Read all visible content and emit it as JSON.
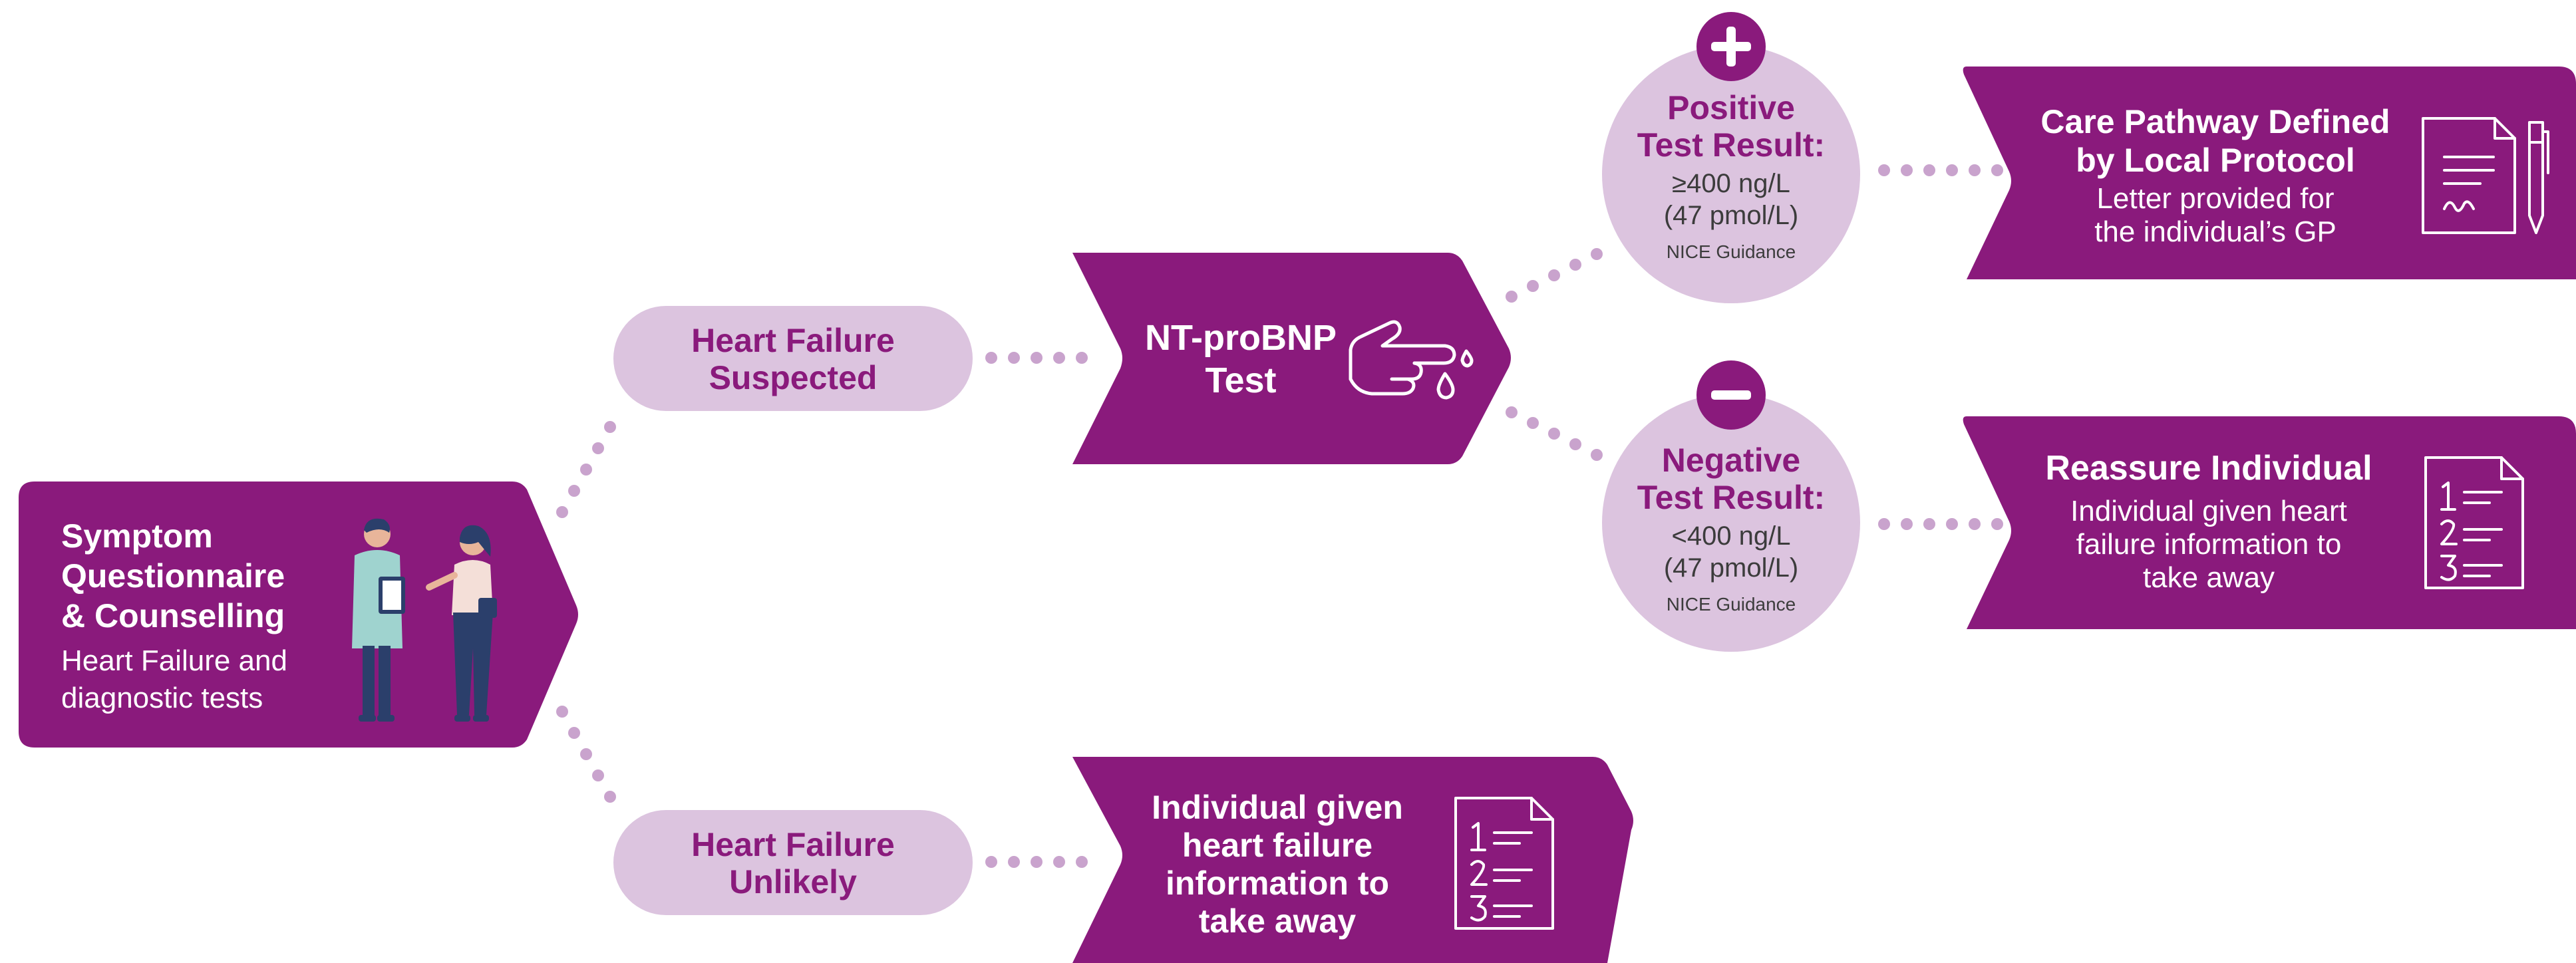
{
  "colors": {
    "primary": "#8a1a7c",
    "light": "#dcc4df",
    "dots": "#c9a3cd",
    "text_dark": "#3c3c3c",
    "white": "#ffffff"
  },
  "start": {
    "title_lines": [
      "Symptom",
      "Questionnaire",
      "& Counselling"
    ],
    "subtitle_lines": [
      "Heart Failure and",
      "diagnostic tests"
    ],
    "illustration": "doctor-and-patient-illustration"
  },
  "suspected": {
    "label_lines": [
      "Heart Failure",
      "Suspected"
    ]
  },
  "unlikely": {
    "label_lines": [
      "Heart Failure",
      "Unlikely"
    ]
  },
  "test": {
    "label_lines": [
      "NT-proBNP",
      "Test"
    ],
    "icon": "finger-blood-drop-icon"
  },
  "unlikely_info": {
    "label_lines": [
      "Individual given",
      "heart failure",
      "information to",
      "take away"
    ],
    "icon": "numbered-checklist-icon"
  },
  "positive": {
    "badge_icon": "plus-icon",
    "title_lines": [
      "Positive",
      "Test Result:"
    ],
    "value_lines": [
      "≥400 ng/L",
      "(47 pmol/L)"
    ],
    "note": "NICE Guidance"
  },
  "negative": {
    "badge_icon": "minus-icon",
    "title_lines": [
      "Negative",
      "Test Result:"
    ],
    "value_lines": [
      "<400 ng/L",
      "(47 pmol/L)"
    ],
    "note": "NICE Guidance"
  },
  "care_pathway": {
    "title_lines": [
      "Care Pathway Defined",
      "by Local Protocol"
    ],
    "subtitle_lines": [
      "Letter provided for",
      "the individual’s GP"
    ],
    "icon": "document-pen-icon"
  },
  "reassure": {
    "title_lines": [
      "Reassure Individual"
    ],
    "subtitle_lines": [
      "Individual given heart",
      "failure information to",
      "take away"
    ],
    "icon": "numbered-checklist-icon"
  }
}
